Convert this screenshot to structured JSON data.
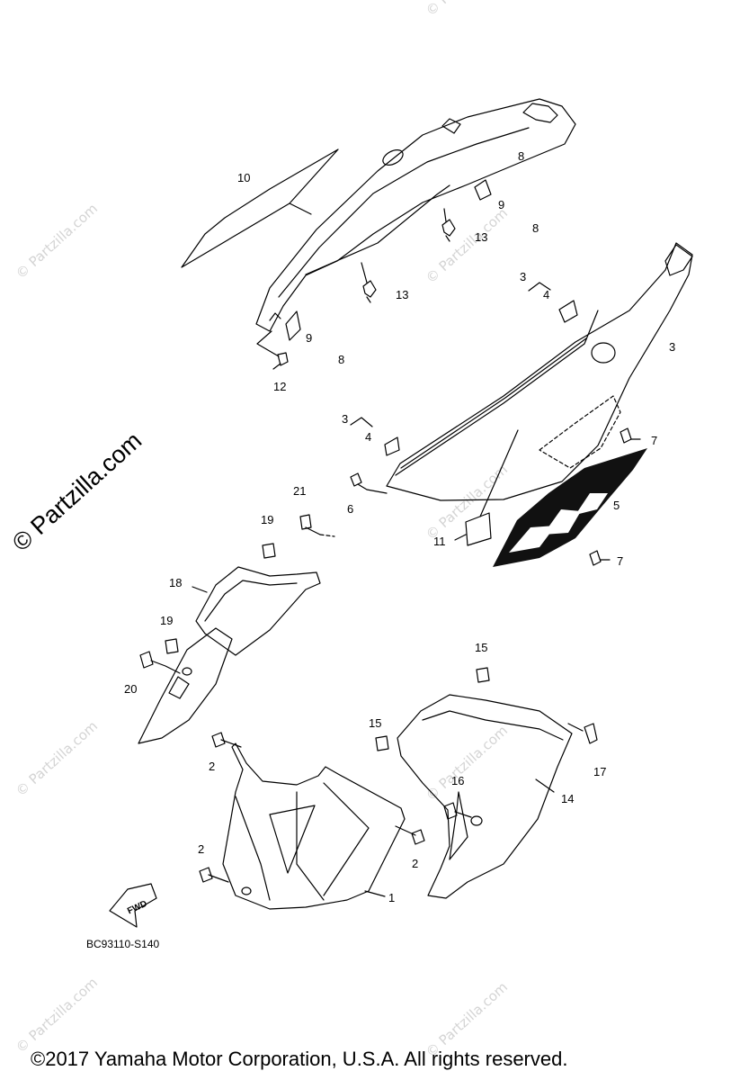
{
  "watermark": {
    "main": "© Partzilla.com",
    "faint": "© Partzilla.com"
  },
  "callouts": {
    "c1": "1",
    "c2a": "2",
    "c2b": "2",
    "c2c": "2",
    "c3a": "3",
    "c3b": "3",
    "c3c": "3",
    "c4a": "4",
    "c4b": "4",
    "c5": "5",
    "c6": "6",
    "c7a": "7",
    "c7b": "7",
    "c8a": "8",
    "c8b": "8",
    "c8c": "8",
    "c9a": "9",
    "c9b": "9",
    "c10": "10",
    "c11": "11",
    "c12": "12",
    "c13a": "13",
    "c13b": "13",
    "c14": "14",
    "c15a": "15",
    "c15b": "15",
    "c16": "16",
    "c17": "17",
    "c18": "18",
    "c19a": "19",
    "c19b": "19",
    "c20": "20",
    "c21": "21"
  },
  "fwd_label": "FWD",
  "diagram_code": "BC93110-S140",
  "copyright": "©2017  Yamaha Motor Corporation, U.S.A. All rights reserved."
}
